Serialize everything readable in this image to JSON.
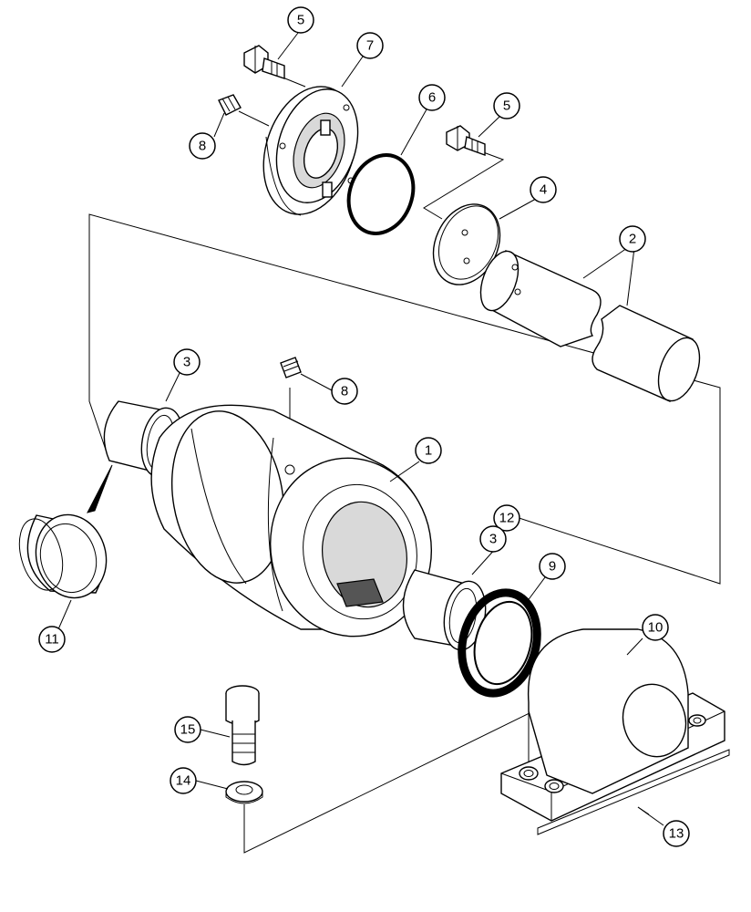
{
  "callouts": [
    {
      "id": "c5a",
      "label": "5"
    },
    {
      "id": "c7",
      "label": "7"
    },
    {
      "id": "c8a",
      "label": "8"
    },
    {
      "id": "c6",
      "label": "6"
    },
    {
      "id": "c5b",
      "label": "5"
    },
    {
      "id": "c4",
      "label": "4"
    },
    {
      "id": "c2",
      "label": "2"
    },
    {
      "id": "c3a",
      "label": "3"
    },
    {
      "id": "c8b",
      "label": "8"
    },
    {
      "id": "c1",
      "label": "1"
    },
    {
      "id": "c12",
      "label": "12"
    },
    {
      "id": "c3b",
      "label": "3"
    },
    {
      "id": "c9",
      "label": "9"
    },
    {
      "id": "c11",
      "label": "11"
    },
    {
      "id": "c10",
      "label": "10"
    },
    {
      "id": "c15",
      "label": "15"
    },
    {
      "id": "c14",
      "label": "14"
    },
    {
      "id": "c13",
      "label": "13"
    }
  ]
}
